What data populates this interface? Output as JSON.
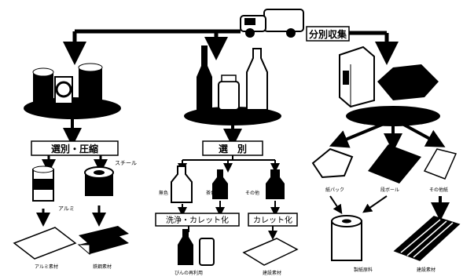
{
  "title": "分別収集",
  "branches": {
    "left": {
      "process": "選別・圧縮",
      "items": [
        {
          "name": "アルミ",
          "product": "アルミ素材"
        },
        {
          "name": "スチール",
          "product": "鉄鋼素材"
        }
      ]
    },
    "middle": {
      "process": "選　別",
      "sorts": [
        {
          "label": "無色"
        },
        {
          "label": "茶色"
        },
        {
          "label": "その他"
        }
      ],
      "treatments": [
        "洗浄・カレット化",
        "カレット化"
      ],
      "products": [
        "びんの再利用",
        "建設素材"
      ]
    },
    "right": {
      "items": [
        {
          "name": "紙パック"
        },
        {
          "name": "段ボール"
        },
        {
          "name": "その他紙"
        }
      ],
      "products": [
        "製紙原料",
        "建設素材"
      ]
    }
  },
  "icons": [
    "collection-truck-icon",
    "can-icon",
    "bottle-icon",
    "paper-carton-icon"
  ],
  "colors": {
    "ink": "#000000",
    "paper": "#ffffff"
  }
}
